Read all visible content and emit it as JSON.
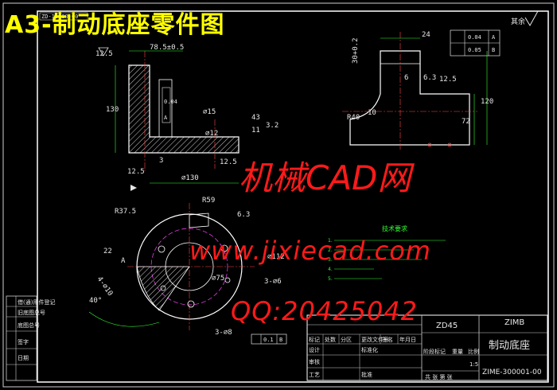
{
  "title": "A3-制动底座零件图",
  "drawing_number_top": "ZD-10000-00",
  "surface_finish_rest": "其余",
  "watermarks": {
    "line1": "机械CAD网",
    "line2": "www.jixiecad.com",
    "line3": "QQ:20425042"
  },
  "front_view": {
    "dims": [
      "78.5±0.5",
      "12.5",
      "130",
      "∅15",
      "∅12",
      "12.5",
      "∅130",
      "3",
      "12.5",
      "3.2",
      "0.04",
      "A",
      "43",
      "11"
    ]
  },
  "side_view": {
    "dims": [
      "24",
      "0.04",
      "A",
      "0.05",
      "B",
      "30+0.2",
      "6.3",
      "12.5",
      "R40",
      "10",
      "72",
      "120",
      "6"
    ]
  },
  "top_view": {
    "dims": [
      "R37.5",
      "R59",
      "6.3",
      "∅112",
      "3-∅6",
      "A",
      "4-∅10",
      "3-∅8",
      "0.1",
      "B",
      "∅75",
      "22",
      "40°"
    ]
  },
  "tech_req": {
    "heading": "技术要求",
    "lines": [
      "1.",
      "2.",
      "3.",
      "4.",
      "5."
    ]
  },
  "title_block": {
    "company": "ZIMB",
    "part_code": "ZD45",
    "part_name": "制动底座",
    "drawing_no": "ZIME-300001-00",
    "scale": "1:5",
    "row_labels": [
      "标记",
      "处数",
      "分区",
      "更改文件号",
      "签名",
      "年月日"
    ],
    "role_labels": [
      "设计",
      "审核",
      "工艺",
      "标准化",
      "批准"
    ],
    "stage_labels": [
      "阶段标记",
      "重量",
      "比例"
    ],
    "sheet_label": "共 张 第 张"
  },
  "left_strip": {
    "labels": [
      "借(通)用件登记",
      "旧底图总号",
      "底图总号",
      "签字",
      "日期"
    ]
  }
}
